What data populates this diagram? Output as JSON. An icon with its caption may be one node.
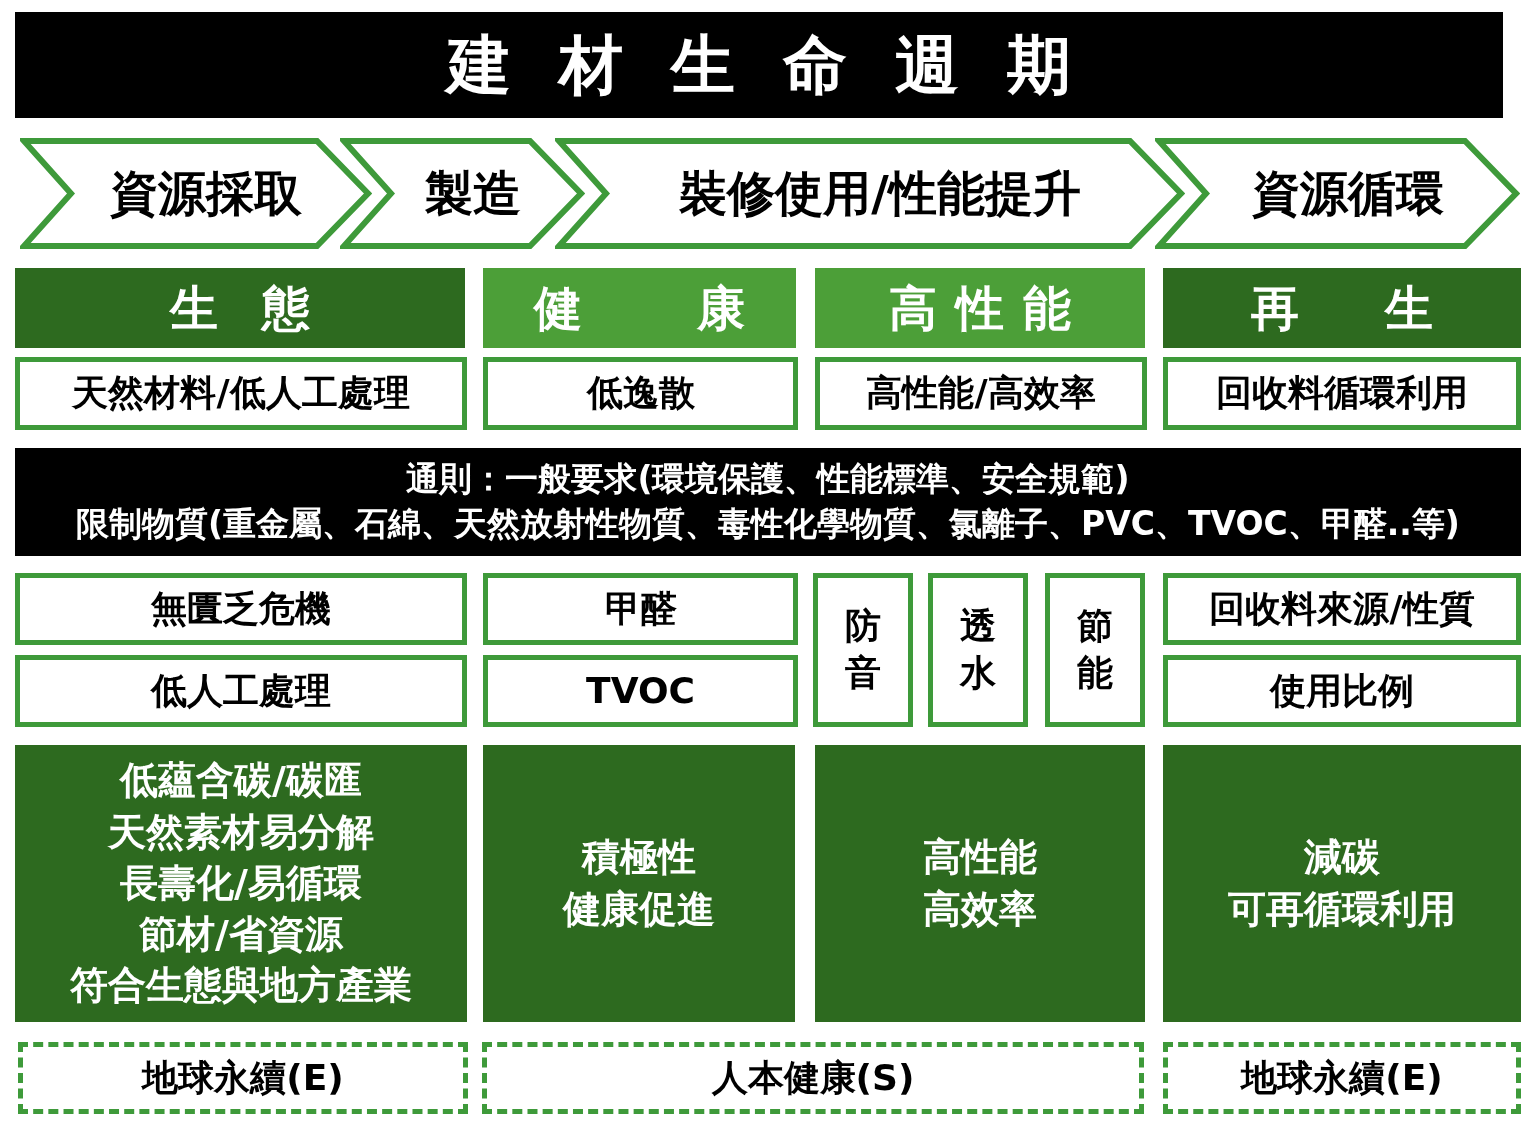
{
  "diagram": {
    "title": "建材生命週期",
    "nodes": [
      {
        "text": [
          "資源採取"
        ]
      },
      {
        "text": [
          "製造"
        ]
      },
      {
        "text": [
          "裝修使用/性能提升"
        ]
      },
      {
        "text": [
          "資源循環"
        ]
      },
      {
        "text": [
          "生態"
        ]
      },
      {
        "text": [
          "健康"
        ]
      },
      {
        "text": [
          "高性能"
        ]
      },
      {
        "text": [
          "再生"
        ]
      },
      {
        "text": [
          "天然材料/低人工處理"
        ]
      },
      {
        "text": [
          "低逸散"
        ]
      },
      {
        "text": [
          "高性能/高效率"
        ]
      },
      {
        "text": [
          "回收料循環利用"
        ]
      },
      {
        "text": [
          "通則：一般要求(環境保護、性能標準、安全規範)",
          "限制物質(重金屬、石綿、天然放射性物質、毒性化學物質、氯離子、PVC、TVOC、甲醛..等)"
        ]
      },
      {
        "text": [
          "無匱乏危機"
        ]
      },
      {
        "text": [
          "低人工處理"
        ]
      },
      {
        "text": [
          "甲醛"
        ]
      },
      {
        "text": [
          "TVOC"
        ]
      },
      {
        "text": [
          "防音"
        ]
      },
      {
        "text": [
          "透水"
        ]
      },
      {
        "text": [
          "節能"
        ]
      },
      {
        "text": [
          "回收料來源/性質"
        ]
      },
      {
        "text": [
          "使用比例"
        ]
      },
      {
        "text": [
          "低蘊含碳/碳匯",
          "天然素材易分解",
          "長壽化/易循環",
          "節材/省資源",
          "符合生態與地方產業"
        ]
      },
      {
        "text": [
          "積極性",
          "健康促進"
        ]
      },
      {
        "text": [
          "高性能",
          "高效率"
        ]
      },
      {
        "text": [
          "減碳",
          "可再循環利用"
        ]
      },
      {
        "text": [
          "地球永續(E)"
        ]
      },
      {
        "text": [
          "人本健康(S)"
        ]
      },
      {
        "text": [
          "地球永續(E)"
        ]
      }
    ]
  }
}
